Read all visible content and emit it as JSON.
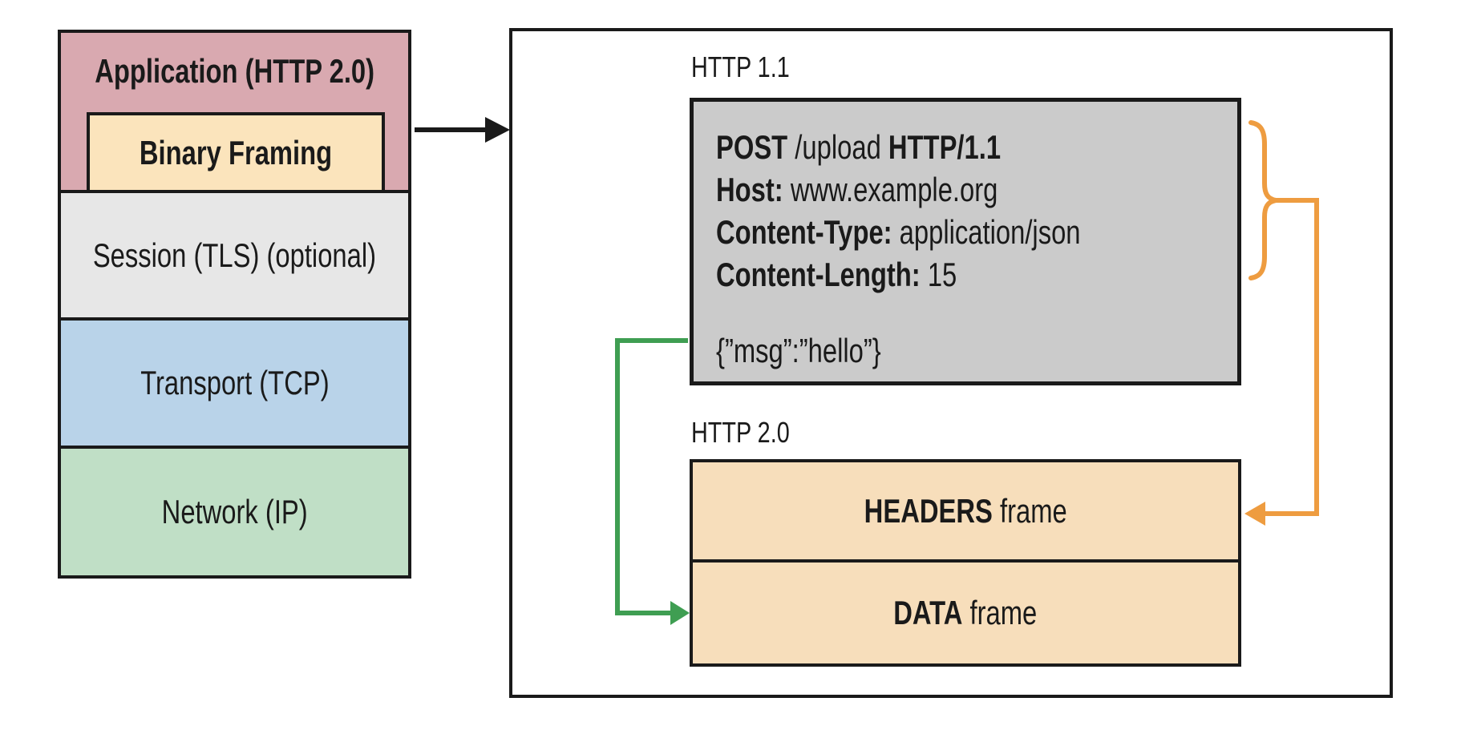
{
  "stack": {
    "application": {
      "label": "Application (HTTP 2.0)"
    },
    "binary_framing": {
      "label": "Binary Framing"
    },
    "session": {
      "label": "Session (TLS) (optional)"
    },
    "transport": {
      "label": "Transport (TCP)"
    },
    "network": {
      "label": "Network (IP)"
    }
  },
  "panel": {
    "http11_label": "HTTP 1.1",
    "http20_label": "HTTP 2.0",
    "request": {
      "line1": {
        "method": "POST",
        "path": "/upload",
        "version": "HTTP/1.1"
      },
      "line2": {
        "name": "Host:",
        "value": "www.example.org"
      },
      "line3": {
        "name": "Content-Type:",
        "value": "application/json"
      },
      "line4": {
        "name": "Content-Length:",
        "value": "15"
      },
      "body": "{”msg”:”hello”}"
    },
    "frames": {
      "headers": {
        "name": "HEADERS",
        "suffix": "frame"
      },
      "data": {
        "name": "DATA",
        "suffix": "frame"
      }
    }
  },
  "connectors": {
    "stack_to_panel_arrow": {
      "color": "#1a1a1a"
    },
    "headers_brace": {
      "color": "#ee9c40"
    },
    "headers_to_headers_frame_arrow": {
      "color": "#ee9c40"
    },
    "body_to_data_frame_arrow": {
      "color": "#3f9e52"
    }
  },
  "colors": {
    "application_fill": "#d9a9b0",
    "binary_framing_fill": "#fbe4bc",
    "session_fill": "#e7e7e7",
    "transport_fill": "#b9d3e9",
    "network_fill": "#c0dfc6",
    "request_box_fill": "#cbcbcb",
    "frame_fill": "#f7debb",
    "border": "#1a1a1a",
    "orange_accent": "#ee9c40",
    "green_accent": "#3f9e52"
  }
}
